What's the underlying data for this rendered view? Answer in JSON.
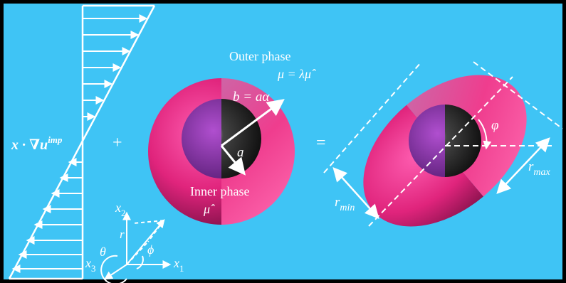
{
  "colors": {
    "background": "#3fc4f5",
    "border": "#000000",
    "arrow": "#ffffff",
    "drop_sphere": "#e0247c",
    "inner_core": "#171717"
  },
  "labels": {
    "velocity_gradient": "x · ∇u",
    "velocity_gradient_sup": "imp",
    "plus": "+",
    "equals": "=",
    "outer_phase": "Outer phase",
    "outer_viscosity": "μ = λμ̂",
    "outer_radius": "b = aα",
    "inner_radius": "a",
    "inner_phase": "Inner phase",
    "inner_viscosity": "μ̂",
    "r_min": "r",
    "r_min_sub": "min",
    "r_max": "r",
    "r_max_sub": "max",
    "tilt_angle": "φ",
    "axis_x1": "x",
    "axis_x1_sub": "1",
    "axis_x2": "x",
    "axis_x2_sub": "2",
    "axis_x3": "x",
    "axis_x3_sub": "3",
    "vec_r": "r",
    "angle_theta": "θ",
    "angle_phi": "ϕ"
  },
  "icons": {
    "shear_profile": "shear-flow-profile-icon",
    "spherical_drop": "compound-sphere-icon",
    "deformed_drop": "deformed-ellipsoid-icon",
    "coordinate_frame": "3d-axes-icon"
  }
}
